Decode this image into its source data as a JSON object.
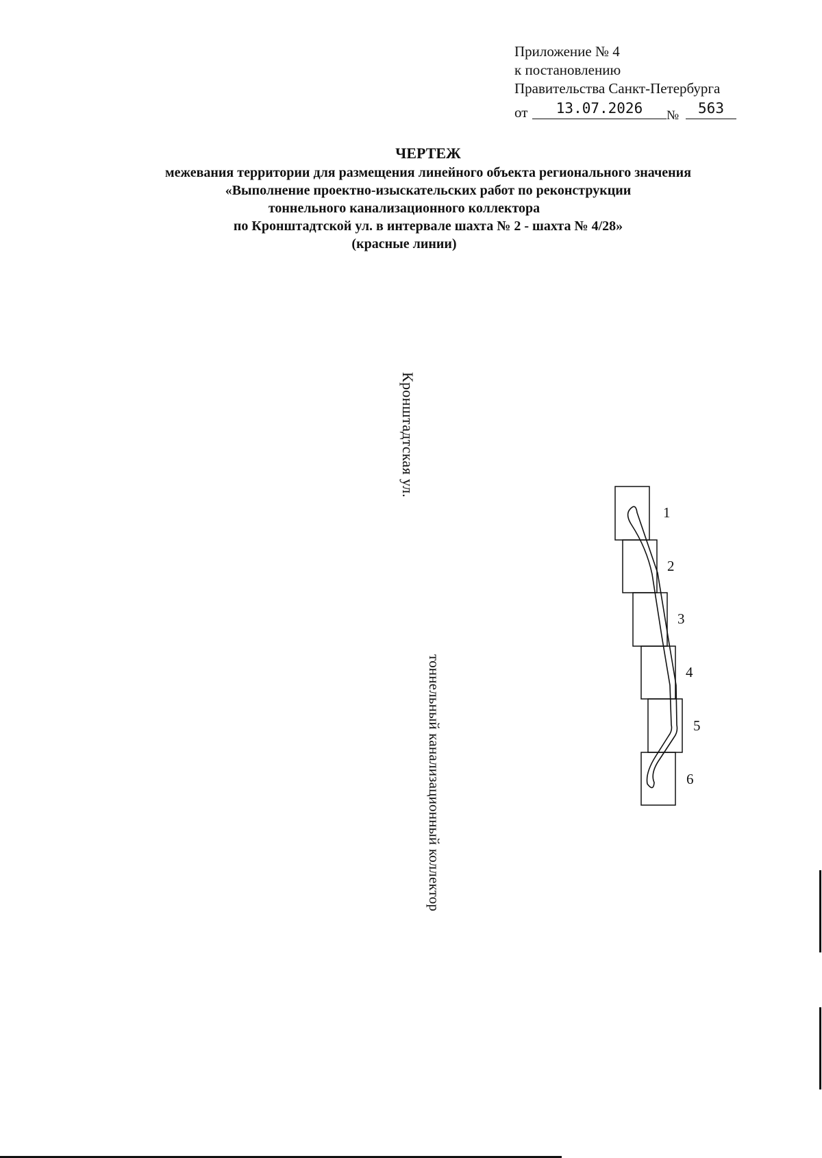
{
  "header": {
    "line1": "Приложение № 4",
    "line2": "к постановлению",
    "line3": "Правительства Санкт-Петербурга",
    "ot_label": "от",
    "date": "13.07.2026",
    "no_label": "№",
    "number": "563"
  },
  "title": {
    "main": "ЧЕРТЕЖ",
    "line1": "межевания территории для размещения линейного объекта регионального значения",
    "line2": "«Выполнение проектно-изыскательских работ по реконструкции",
    "line3": "тоннельного канализационного коллектора",
    "line4": "по Кронштадтской ул. в интервале шахта № 2 - шахта № 4/28»",
    "line5": "(красные линии)"
  },
  "labels": {
    "street": "Кронштадтская ул.",
    "collector": "тоннельный канализационный коллектор"
  },
  "sections": [
    "1",
    "2",
    "3",
    "4",
    "5",
    "6"
  ]
}
